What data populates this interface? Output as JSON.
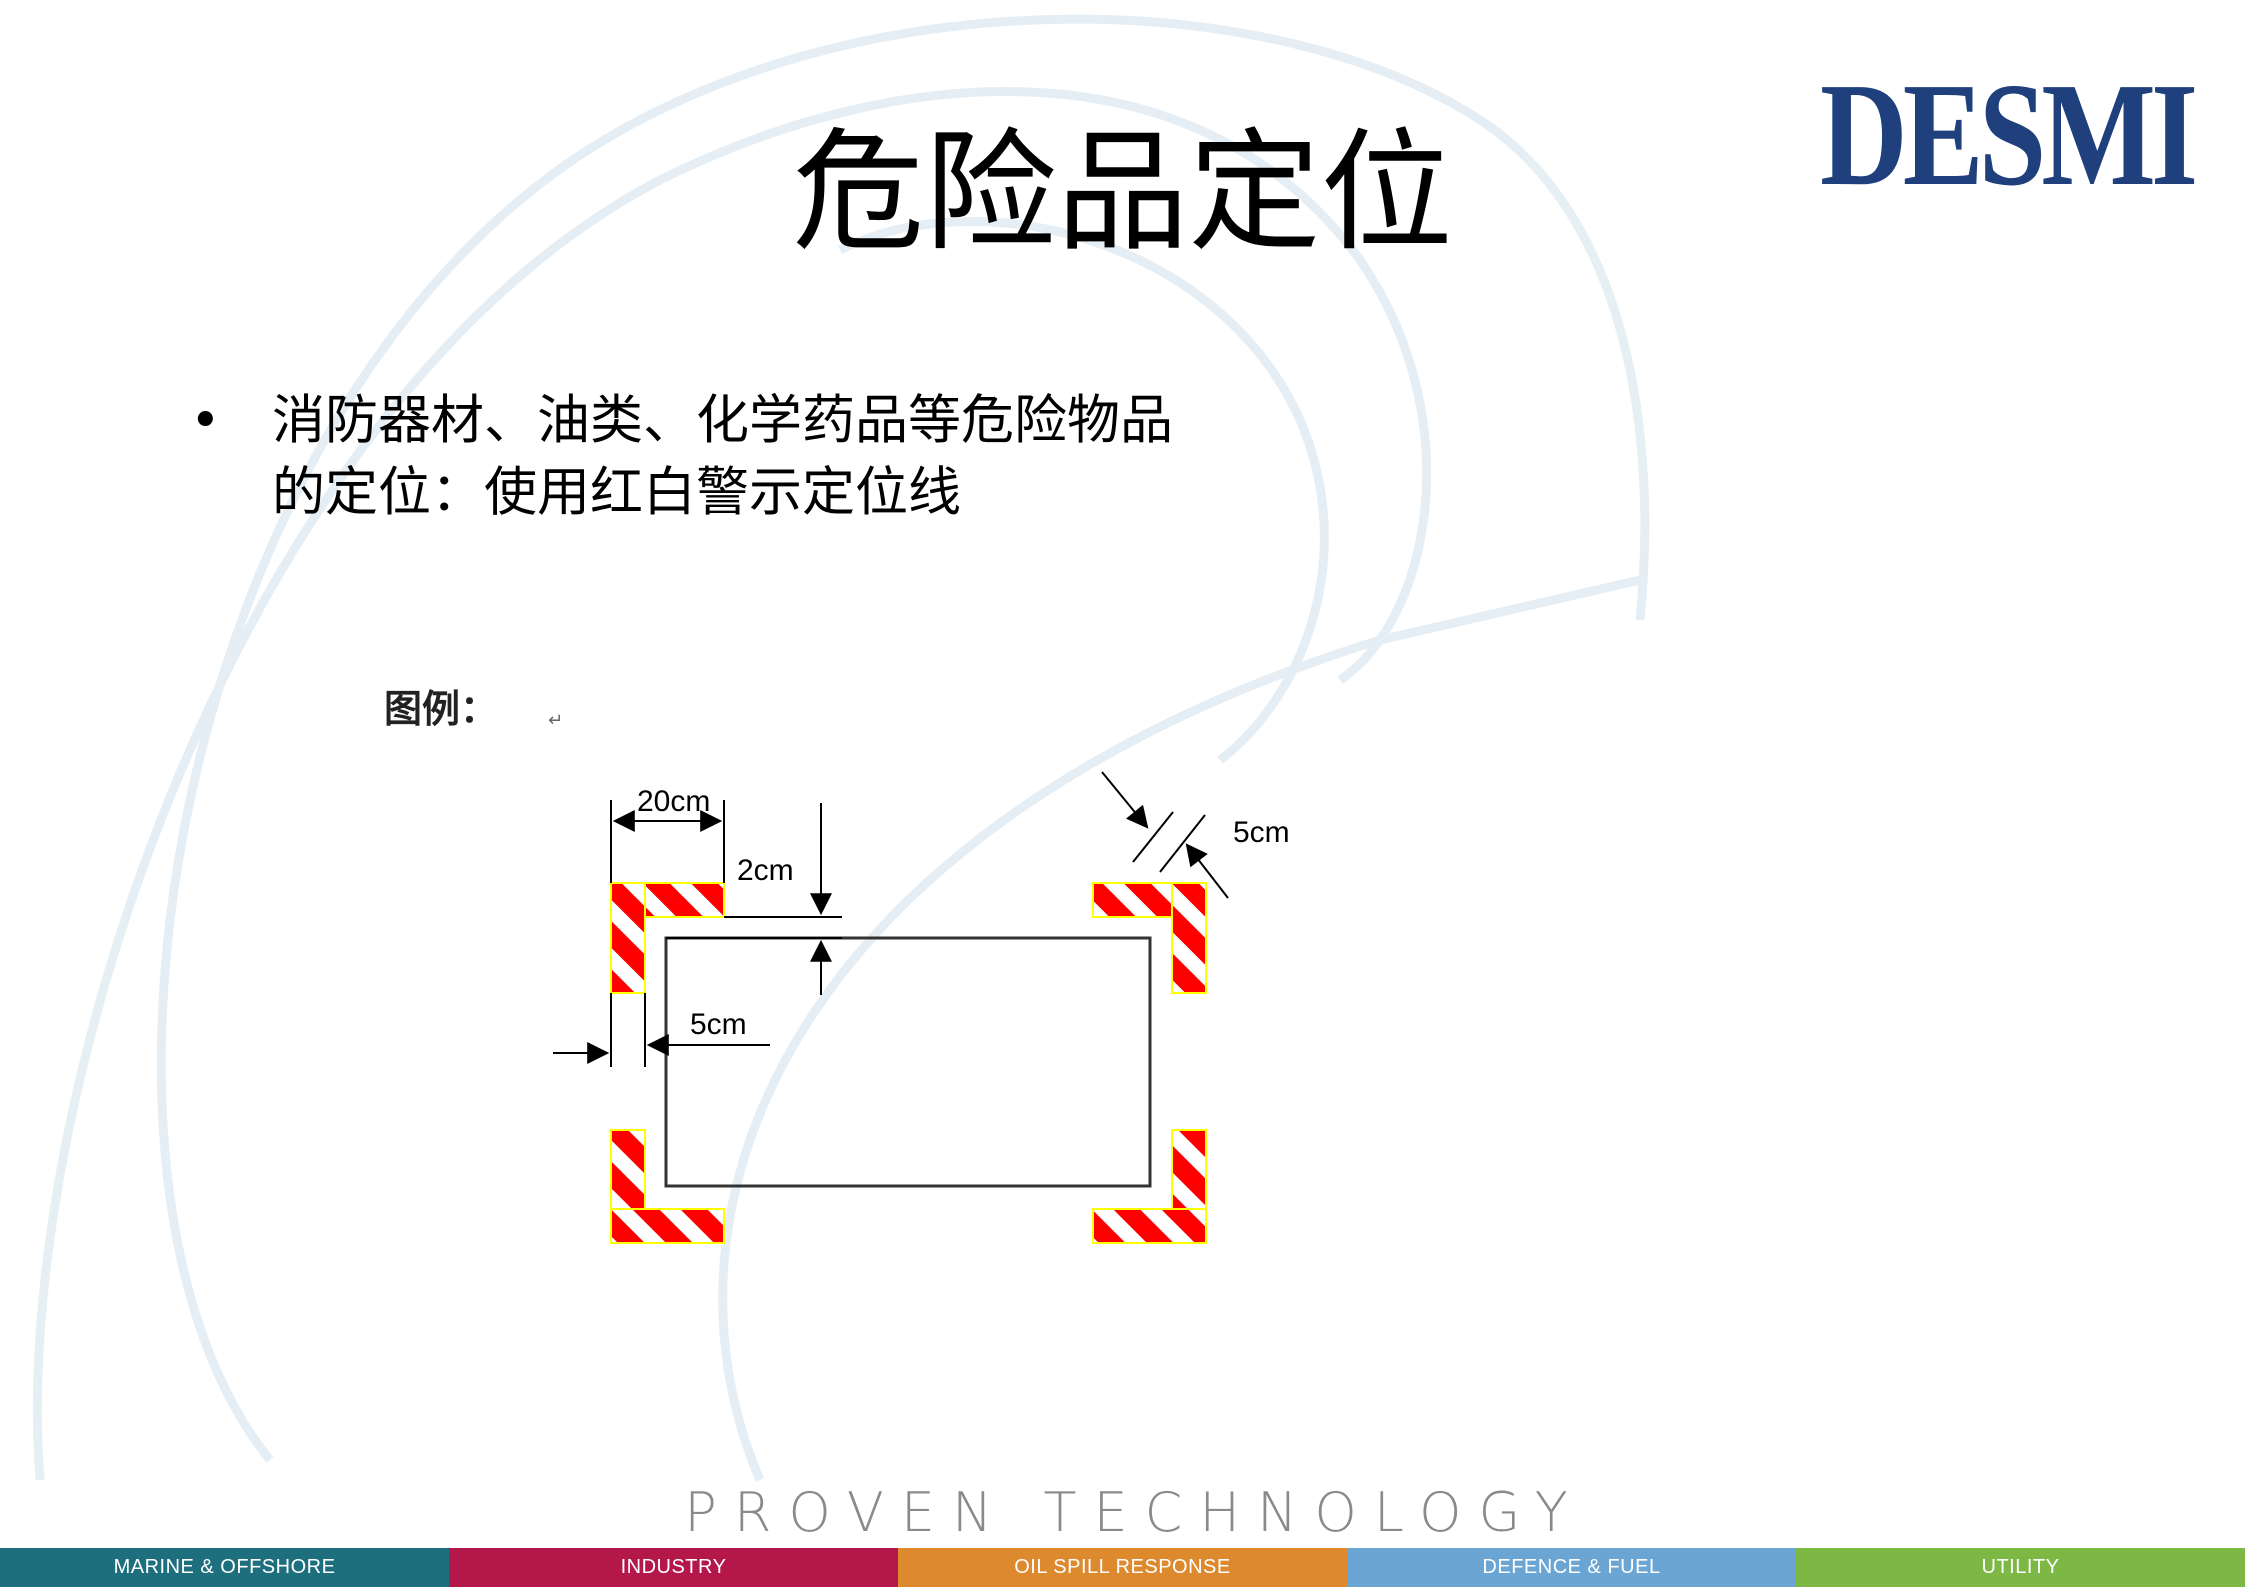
{
  "logo": {
    "text": "DESMI"
  },
  "title": "危险品定位",
  "bullet": {
    "symbol": "•",
    "text": "消防器材、油类、化学药品等危险物品\n的定位：使用红白警示定位线"
  },
  "diagram": {
    "legend_label": "图例：",
    "return_mark": "↵",
    "labels": {
      "corner_length": "20cm",
      "gap": "2cm",
      "stripe_width_diag": "5cm",
      "line_width": "5cm"
    },
    "colors": {
      "stripe": "#ff0000",
      "stripe_border": "#ffff00",
      "outline": "#000000"
    }
  },
  "tagline": "PROVEN TECHNOLOGY",
  "footer": {
    "segments": [
      {
        "label": "MARINE & OFFSHORE",
        "color": "#1e6f7e"
      },
      {
        "label": "INDUSTRY",
        "color": "#b4174a"
      },
      {
        "label": "OIL SPILL RESPONSE",
        "color": "#dd8a2f"
      },
      {
        "label": "DEFENCE & FUEL",
        "color": "#6aa5d4"
      },
      {
        "label": "UTILITY",
        "color": "#7db744"
      }
    ]
  }
}
